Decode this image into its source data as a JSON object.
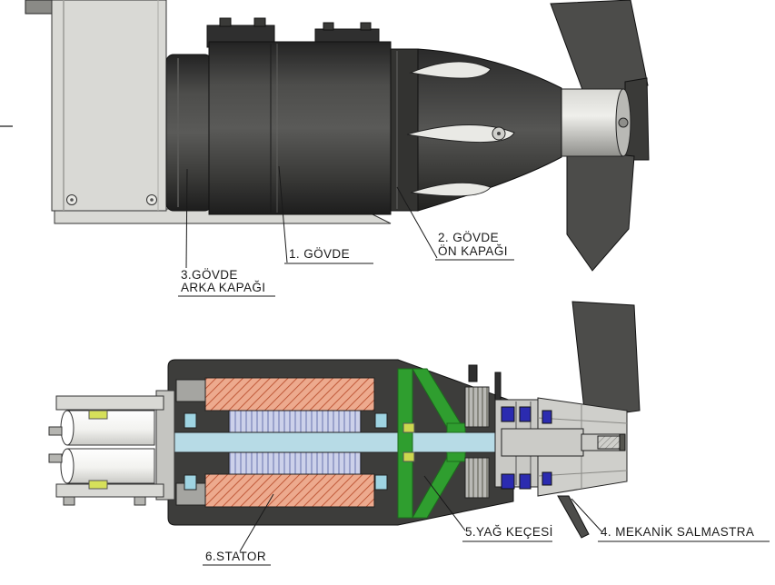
{
  "diagram": {
    "type": "technical-assembly-drawing",
    "subject": "submersible mixer external view and cross-section",
    "language": "tr",
    "views": [
      {
        "name": "external-view"
      },
      {
        "name": "section-view"
      }
    ]
  },
  "labels": {
    "l1": {
      "line1": "1. GÖVDE"
    },
    "l2": {
      "line1": "2. GÖVDE",
      "line2": "ÖN KAPAĞI"
    },
    "l3": {
      "line1": "3.GÖVDE",
      "line2": "ARKA KAPAĞI"
    },
    "l4": {
      "line1": "4. MEKANİK SALMASTRA"
    },
    "l5": {
      "line1": "5.YAĞ KEÇESİ"
    },
    "l6": {
      "line1": "6.STATOR"
    }
  },
  "colors": {
    "body_dark": "#3d3d3b",
    "bracket_gray": "#d9d9d5",
    "hub_silver": "#c9c9c5",
    "stator_copper": "#edaa8e",
    "stator_hatch": "#c05a3a",
    "rotor_lamination": "#ccd1ea",
    "shaft_blue": "#b7dbe6",
    "seal_green": "#2f9e2f",
    "seal_blue": "#2b2bb0",
    "accent_yellow": "#d6e05a"
  }
}
